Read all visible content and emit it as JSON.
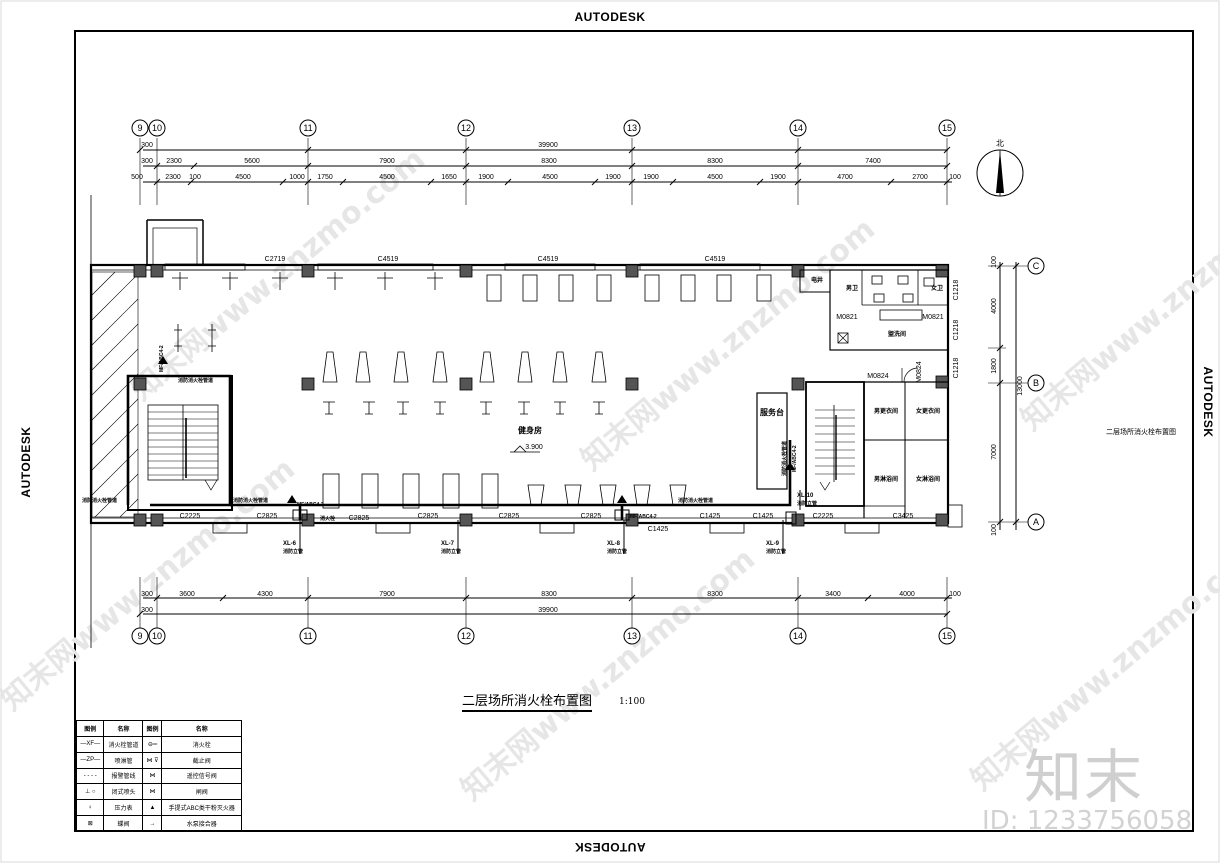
{
  "brand": "AUTODESK",
  "sheet": {
    "plan_title": "二层场所消火栓布置图",
    "scale": "1:100",
    "side_caption": "二层场所消火栓布置图"
  },
  "watermark": {
    "logo": "知末",
    "id": "ID: 1233756058",
    "text": "知末网www.znzmo.com"
  },
  "axes": {
    "top_labels": [
      "9",
      "10",
      "11",
      "12",
      "13",
      "14",
      "15"
    ],
    "right_labels": [
      "C",
      "B",
      "A"
    ]
  },
  "dimensions": {
    "top_total": "39900",
    "top_row1": [
      "300",
      "2300",
      "5600",
      "7900",
      "8300",
      "8300",
      "7400"
    ],
    "top_row2": [
      "500",
      "2300",
      "100",
      "4500",
      "1000",
      "1750",
      "4500",
      "1650",
      "1900",
      "4500",
      "1900",
      "1900",
      "4500",
      "1900",
      "4700",
      "2700",
      "100"
    ],
    "top_row0": "300",
    "bottom_row": [
      "300",
      "3600",
      "4300",
      "7900",
      "8300",
      "8300",
      "3400",
      "4000",
      "100"
    ],
    "bottom_total": "39900",
    "bottom_row0": "300",
    "right": [
      "100",
      "4000",
      "1800",
      "13000",
      "7000",
      "100"
    ]
  },
  "windows_top": [
    "C2719",
    "C4519",
    "C4519",
    "C4519"
  ],
  "windows_bottom": [
    "C2225",
    "C2825",
    "C2825",
    "C2825",
    "C2825",
    "C2825",
    "C1425",
    "C1425",
    "C1425",
    "C2225",
    "C3425"
  ],
  "windows_right": [
    "C1218",
    "C1218",
    "C1218"
  ],
  "doors": [
    "M0821",
    "M0821",
    "M0824",
    "M0824"
  ],
  "rooms": {
    "gym": "健身房",
    "elevation": "3.900",
    "service": "服务台",
    "mens_wc": "男卫",
    "womens_wc": "女卫",
    "wash": "盥洗间",
    "mens_locker": "男更衣间",
    "womens_locker": "女更衣间",
    "mens_shower": "男淋浴间",
    "womens_shower": "女淋浴间",
    "shaft": "电井"
  },
  "pipes": {
    "risers": [
      "XL-6",
      "XL-7",
      "XL-8",
      "XL-9",
      "XL-10"
    ],
    "riser_note": "消防立管",
    "hydrant_note": "消火栓",
    "pipe_note": "消防消火栓管道",
    "extinguisher": "MF/ABC4-2"
  },
  "compass": "北",
  "legend": {
    "headers": [
      "图例",
      "名称",
      "图例",
      "名称"
    ],
    "rows": [
      [
        "—XF—",
        "消火栓管道",
        "⊖═",
        "消火栓"
      ],
      [
        "—ZP—",
        "喷淋管",
        "⋈ ⊽",
        "截止阀"
      ],
      [
        "- - - -",
        "报警管线",
        "⋈",
        "遥控信号阀"
      ],
      [
        "⊥ ○",
        "闭式喷头",
        "⋈",
        "闸阀"
      ],
      [
        "♀",
        "压力表",
        "▲",
        "手提式ABC类干粉灭火器"
      ],
      [
        "⊠",
        "蝶阀",
        "→",
        "水泵接合器"
      ]
    ]
  }
}
